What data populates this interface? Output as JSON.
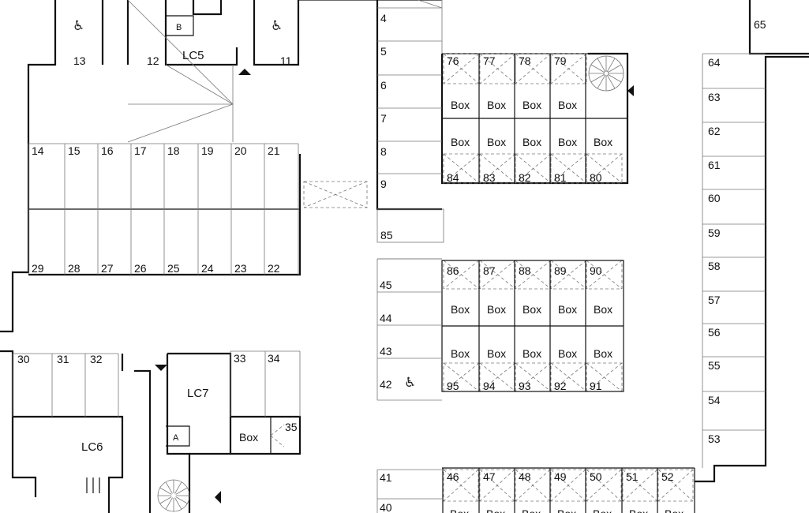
{
  "spaces": {
    "top_left": [
      "13",
      "12",
      "11"
    ],
    "row_upper": [
      "14",
      "15",
      "16",
      "17",
      "18",
      "19",
      "20",
      "21"
    ],
    "row_lower": [
      "29",
      "28",
      "27",
      "26",
      "25",
      "24",
      "23",
      "22"
    ],
    "column_center": [
      "4",
      "5",
      "6",
      "7",
      "8",
      "9"
    ],
    "extra_center": "85",
    "boxes_top_row": [
      "76",
      "77",
      "78",
      "79"
    ],
    "boxes_bottom_row": [
      "84",
      "83",
      "82",
      "81",
      "80"
    ],
    "boxes_mid_top": [
      "86",
      "87",
      "88",
      "89",
      "90"
    ],
    "boxes_mid_bottom": [
      "95",
      "94",
      "93",
      "92",
      "91"
    ],
    "column_left_mid": [
      "45",
      "44",
      "43",
      "42"
    ],
    "column_right": [
      "65",
      "64",
      "63",
      "62",
      "61",
      "60",
      "59",
      "58",
      "57",
      "56",
      "55",
      "54",
      "53"
    ],
    "bottom_left": [
      "30",
      "31",
      "32"
    ],
    "bottom_mid": [
      "33",
      "34",
      "35"
    ],
    "bottom_column": [
      "41",
      "40"
    ],
    "bottom_row": [
      "46",
      "47",
      "48",
      "49",
      "50",
      "51",
      "52"
    ]
  },
  "rooms": {
    "lc5": "LC5",
    "lc6": "LC6",
    "lc7": "LC7",
    "lift_a": "A",
    "lift_b": "B"
  },
  "box_label": "Box",
  "icons": {
    "wheelchair": "wheelchair-icon",
    "stairs": "spiral-stair-icon",
    "exit_arrow": "exit-arrow-icon"
  }
}
